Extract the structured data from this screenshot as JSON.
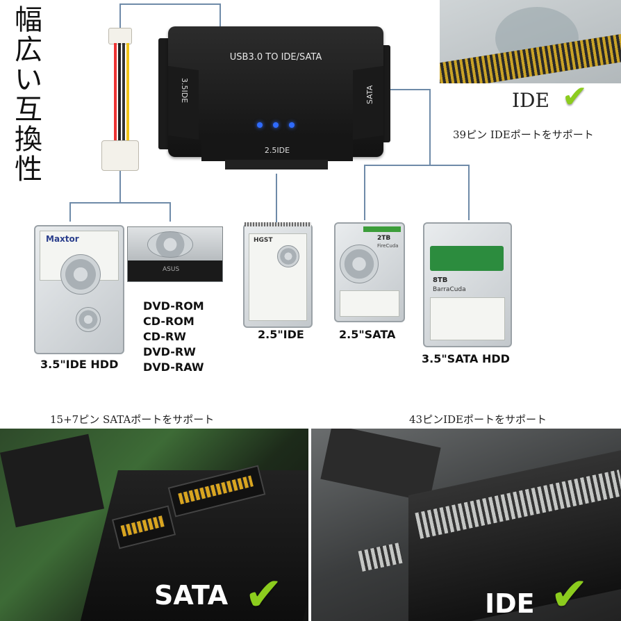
{
  "title_chars": [
    "幅",
    "広",
    "い",
    "互",
    "換",
    "性"
  ],
  "adapter": {
    "name": "USB3.0 TO IDE/SATA",
    "left_port": "3.5IDE",
    "right_port": "SATA",
    "bottom_port": "2.5IDE"
  },
  "ide39": {
    "badge": "IDE",
    "caption": "39ピン IDEポートをサポート"
  },
  "devices": {
    "hdd35ide": {
      "brand": "Maxtor",
      "label": "3.5\"IDE HDD"
    },
    "optical": {
      "brand": "ASUS",
      "formats": [
        "DVD-ROM",
        "CD-ROM",
        "CD-RW",
        "DVD-RW",
        "DVD-RAW"
      ]
    },
    "ide25": {
      "brand": "HGST",
      "label": "2.5\"IDE"
    },
    "sata25": {
      "size": "2TB",
      "model": "FireCuda",
      "label": "2.5\"SATA"
    },
    "sata35": {
      "size": "8TB",
      "model": "BarraCuda",
      "label": "3.5\"SATA HDD"
    }
  },
  "bottom": {
    "sata": {
      "caption": "15+7ピン SATAポートをサポート",
      "badge": "SATA"
    },
    "ide": {
      "caption": "43ピンIDEポートをサポート",
      "badge": "IDE"
    }
  },
  "colors": {
    "connector_line": "#6e8aa8",
    "check": "#8ccc1e",
    "led": "#2f6bff"
  }
}
